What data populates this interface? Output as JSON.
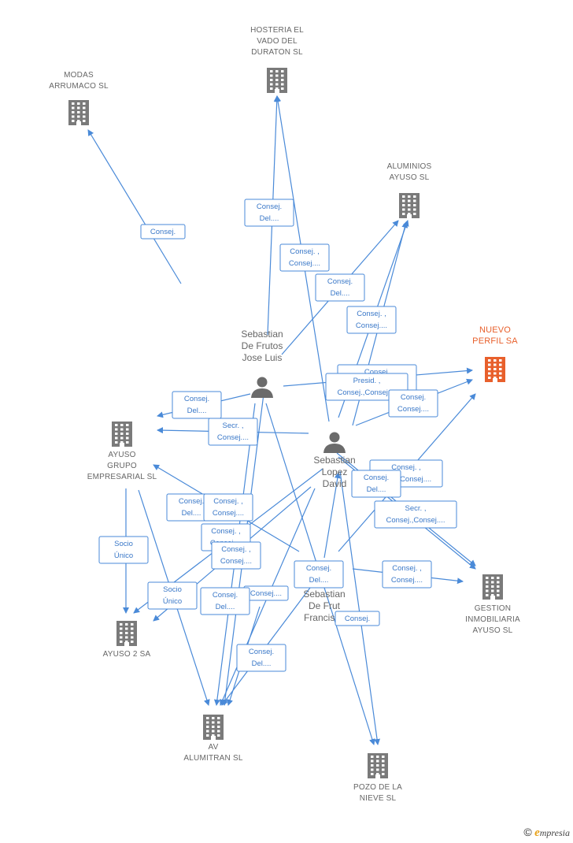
{
  "colors": {
    "edge": "#4a8ad8",
    "company_icon": "#7a7a7a",
    "company_icon_highlight": "#e8602c",
    "person_icon": "#6b6b6b"
  },
  "companies": [
    {
      "id": "hosteria",
      "lines": [
        "HOSTERIA EL",
        "VADO DEL",
        "DURATON SL"
      ],
      "icon": "building-icon",
      "highlight": false
    },
    {
      "id": "modas",
      "lines": [
        "MODAS",
        "ARRUMACO SL"
      ],
      "icon": "building-icon",
      "highlight": false
    },
    {
      "id": "aluminios",
      "lines": [
        "ALUMINIOS",
        "AYUSO SL"
      ],
      "icon": "building-icon",
      "highlight": false
    },
    {
      "id": "nuevo",
      "lines": [
        "NUEVO",
        "PERFIL SA"
      ],
      "icon": "building-icon",
      "highlight": true
    },
    {
      "id": "ayusogrupo",
      "lines": [
        "AYUSO",
        "GRUPO",
        "EMPRESARIAL SL"
      ],
      "icon": "building-icon",
      "highlight": false
    },
    {
      "id": "gestion",
      "lines": [
        "GESTION",
        "INMOBILIARIA",
        "AYUSO SL"
      ],
      "icon": "building-icon",
      "highlight": false
    },
    {
      "id": "ayuso2",
      "lines": [
        "AYUSO 2 SA"
      ],
      "icon": "building-icon",
      "highlight": false
    },
    {
      "id": "av",
      "lines": [
        "AV",
        "ALUMITRAN SL"
      ],
      "icon": "building-icon",
      "highlight": false
    },
    {
      "id": "pozo",
      "lines": [
        "POZO DE LA",
        "NIEVE SL"
      ],
      "icon": "building-icon",
      "highlight": false
    }
  ],
  "persons": [
    {
      "id": "joseluis",
      "lines": [
        "Sebastian",
        "De Frutos",
        "Jose Luis"
      ],
      "icon": "person-icon"
    },
    {
      "id": "david",
      "lines": [
        "Sebastian",
        "Lopez",
        "David"
      ],
      "icon": "person-icon"
    },
    {
      "id": "francisco",
      "lines": [
        "Sebastian",
        "De Frut",
        "Francisco"
      ],
      "icon": "person-icon"
    }
  ],
  "edge_labels": [
    {
      "id": "l1",
      "lines": [
        "Consej."
      ]
    },
    {
      "id": "l2",
      "lines": [
        "Consej.",
        "Del...."
      ]
    },
    {
      "id": "l3",
      "lines": [
        "Consej. ,",
        "Consej...."
      ]
    },
    {
      "id": "l4",
      "lines": [
        "Consej.",
        "Del...."
      ]
    },
    {
      "id": "l5",
      "lines": [
        "Consej. ,",
        "Consej...."
      ]
    },
    {
      "id": "l6",
      "lines": [
        "Consej.",
        "Consej."
      ]
    },
    {
      "id": "l7",
      "lines": [
        "Presid. ,",
        "Consej.,Consej...."
      ]
    },
    {
      "id": "l8",
      "lines": [
        "Consej.",
        "Consej...."
      ]
    },
    {
      "id": "l9",
      "lines": [
        "Consej.",
        "Del...."
      ]
    },
    {
      "id": "l10",
      "lines": [
        "Secr. ,",
        "Consej...."
      ]
    },
    {
      "id": "l11",
      "lines": [
        "Consej.",
        "Del...."
      ]
    },
    {
      "id": "l12",
      "lines": [
        "Consej. ,",
        "Secr.,Consej...."
      ]
    },
    {
      "id": "l13",
      "lines": [
        "Secr. ,",
        "Consej.,Consej...."
      ]
    },
    {
      "id": "l14",
      "lines": [
        "Consej.",
        "Del...."
      ]
    },
    {
      "id": "l15",
      "lines": [
        "Consej. ,",
        "Consej...."
      ]
    },
    {
      "id": "l16",
      "lines": [
        "Consej. ,",
        "Consej...."
      ]
    },
    {
      "id": "l17",
      "lines": [
        "Consej...."
      ]
    },
    {
      "id": "l18",
      "lines": [
        "Socio",
        "Único"
      ]
    },
    {
      "id": "l19",
      "lines": [
        "Consej.",
        "Del...."
      ]
    },
    {
      "id": "l20",
      "lines": [
        "Consej. ,",
        "Consej...."
      ]
    },
    {
      "id": "l21",
      "lines": [
        "Socio",
        "Único"
      ]
    },
    {
      "id": "l22",
      "lines": [
        "Consej.",
        "Del...."
      ]
    },
    {
      "id": "l23",
      "lines": [
        "Consej."
      ]
    },
    {
      "id": "l24",
      "lines": [
        "Consej.",
        "Del...."
      ]
    },
    {
      "id": "l25",
      "lines": [
        "Consej. ,",
        "Consej...."
      ]
    }
  ],
  "footer": {
    "copyright": "©",
    "brand_initial": "e",
    "brand_rest": "mpresia"
  }
}
